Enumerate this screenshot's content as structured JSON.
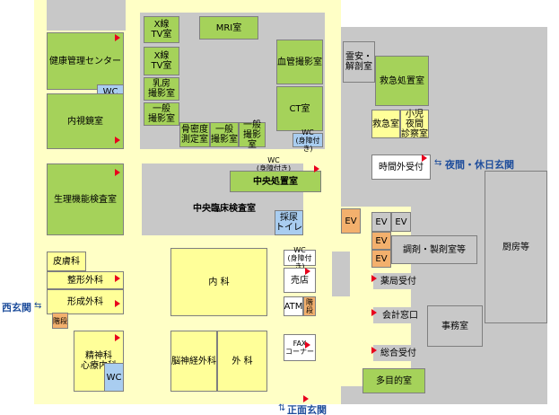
{
  "rooms": {
    "kenko": "健康管理センター",
    "wc_1": "WC",
    "naishikyo": "内視鏡室",
    "seiri": "生理機能検査室",
    "hifu": "皮膚科",
    "seikei": "整形外科",
    "keisei": "形成外科",
    "kaidan_1": "階段",
    "seishin": "精神科\n心療内科",
    "wc_2": "WC",
    "xray_1": "X線\nTV室",
    "xray_2": "X線\nTV室",
    "mri": "MRI室",
    "nyubo": "乳房\n撮影室",
    "ippan_1": "一般\n撮影室",
    "kotsumitsu": "骨密度\n測定室",
    "ippan_2": "一般\n撮影室",
    "ippan_3": "一般\n撮影室",
    "kekkan": "血管撮影室",
    "ct": "CT室",
    "wc_3": "WC\n(身障付き)",
    "wc_4": "WC\n(身障付き)",
    "chuo_shochi": "中央処置室",
    "chuo_rinsho": "中央臨床検査室",
    "nyo": "採尿\nトイレ",
    "ev_1": "EV",
    "ev_2": "EV",
    "ev_3": "EV",
    "ev_4": "EV",
    "ev_5": "EV",
    "reian": "霊安・\n解剖室",
    "kyukyu_shochi": "救急処置室",
    "kyukyu": "救急室",
    "shoni": "小児\n夜間\n診察室",
    "jikangai": "時間外受付",
    "chozai": "調剤・製剤室等",
    "chubo": "厨房等",
    "yakkyoku": "薬局受付",
    "kaikei": "会計窓口",
    "jimu": "事務室",
    "sogo": "総合受付",
    "tamokuteki": "多目的室",
    "naika": "内 科",
    "noshinkei": "脳神経外科",
    "geka": "外 科",
    "wc_5": "WC\n(身障付き)",
    "baiten": "売店",
    "atm": "ATM",
    "kaidan_2": "階\n段",
    "fax": "FAX\nコーナー"
  },
  "entrances": {
    "east": "夜間・休日玄関",
    "west": "西玄関",
    "main": "正面玄関"
  },
  "colors": {
    "corridor": "#ffffc6",
    "service": "#c8c8c8",
    "clinic": "#a5d25a",
    "consult": "#ffff99",
    "wc": "#a9cdf0",
    "stairs": "#f3b06d",
    "arrow": "#e8001c",
    "entrance": "#1f4e9c"
  }
}
